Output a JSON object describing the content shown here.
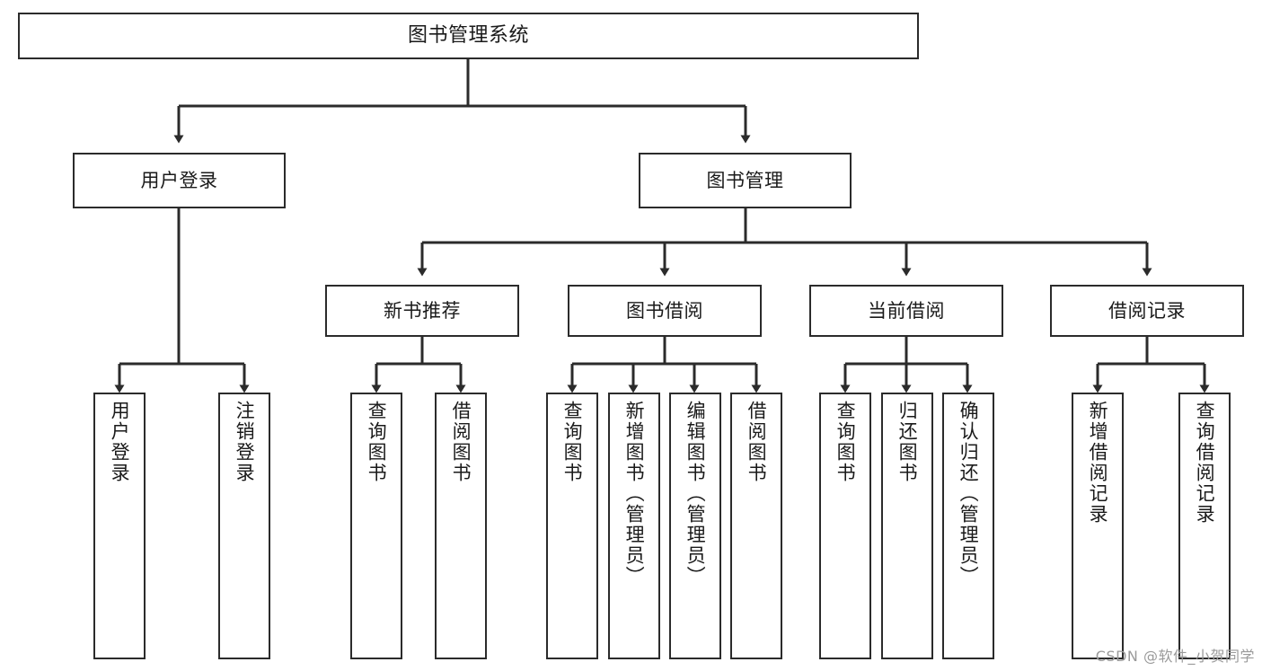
{
  "diagram": {
    "title": "图书管理系统",
    "type": "tree",
    "stroke_color": "#2b2b2b",
    "fill_color": "#ffffff",
    "text_color": "#1a1a1a",
    "nodes": {
      "root": {
        "label": "图书管理系统"
      },
      "level2": [
        {
          "id": "user-login",
          "label": "用户登录"
        },
        {
          "id": "book-manage",
          "label": "图书管理"
        }
      ],
      "level3": [
        {
          "id": "new-book-recommend",
          "label": "新书推荐"
        },
        {
          "id": "book-borrow",
          "label": "图书借阅"
        },
        {
          "id": "current-borrow",
          "label": "当前借阅"
        },
        {
          "id": "borrow-record",
          "label": "借阅记录"
        }
      ],
      "leaves": [
        {
          "id": "leaf-user-login",
          "label": "用户登录",
          "parent": "user-login"
        },
        {
          "id": "leaf-logout",
          "label": "注销登录",
          "parent": "user-login"
        },
        {
          "id": "leaf-query-book-1",
          "label": "查询图书",
          "parent": "new-book-recommend"
        },
        {
          "id": "leaf-borrow-book-1",
          "label": "借阅图书",
          "parent": "new-book-recommend"
        },
        {
          "id": "leaf-query-book-2",
          "label": "查询图书",
          "parent": "book-borrow"
        },
        {
          "id": "leaf-add-book",
          "label": "新增图书（管理员）",
          "parent": "book-borrow"
        },
        {
          "id": "leaf-edit-book",
          "label": "编辑图书（管理员）",
          "parent": "book-borrow"
        },
        {
          "id": "leaf-borrow-book-2",
          "label": "借阅图书",
          "parent": "book-borrow"
        },
        {
          "id": "leaf-query-book-3",
          "label": "查询图书",
          "parent": "current-borrow"
        },
        {
          "id": "leaf-return-book",
          "label": "归还图书",
          "parent": "current-borrow"
        },
        {
          "id": "leaf-confirm-return",
          "label": "确认归还（管理员）",
          "parent": "current-borrow"
        },
        {
          "id": "leaf-add-record",
          "label": "新增借阅记录",
          "parent": "borrow-record"
        },
        {
          "id": "leaf-query-record",
          "label": "查询借阅记录",
          "parent": "borrow-record"
        }
      ]
    }
  },
  "watermark": {
    "text": "CSDN @软件_小贺同学"
  }
}
